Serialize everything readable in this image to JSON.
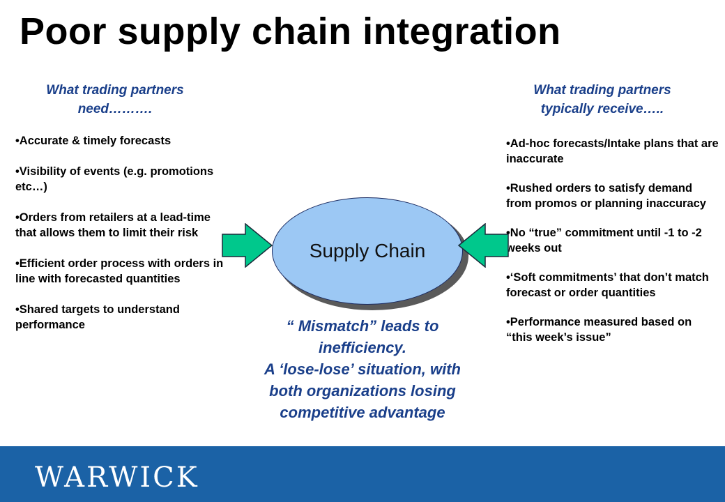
{
  "title": "Poor supply chain integration",
  "left": {
    "heading": [
      "What trading partners",
      "need………."
    ],
    "items": [
      "Accurate & timely forecasts",
      "Visibility of events (e.g. promotions etc…)",
      "Orders from retailers at a lead-time that allows them to limit their risk",
      "Efficient order process with orders in line with forecasted quantities",
      "Shared targets to understand performance"
    ]
  },
  "right": {
    "heading": [
      "What trading partners",
      "typically receive….."
    ],
    "items": [
      "Ad-hoc forecasts/Intake plans that are inaccurate",
      "Rushed orders to satisfy demand from promos or planning inaccuracy",
      "No “true” commitment until -1 to -2 weeks out",
      "‘Soft commitments’ that don’t match forecast or order quantities",
      "Performance measured based on “this week’s issue”"
    ]
  },
  "center": {
    "ellipse_label": "Supply Chain",
    "mismatch_lines": [
      "“ Mismatch”  leads to",
      "inefficiency.",
      "A ‘lose-lose’ situation, with",
      "both organizations losing",
      "competitive advantage"
    ]
  },
  "footer": {
    "logo": "WARWICK"
  },
  "colors": {
    "heading_blue": "#1a3f8a",
    "ellipse_fill": "#9cc8f4",
    "arrow_fill": "#00c88c",
    "footer_blue": "#1b62a6"
  },
  "icons": {
    "left_arrow": "right-pointing-arrow",
    "right_arrow": "left-pointing-arrow"
  }
}
